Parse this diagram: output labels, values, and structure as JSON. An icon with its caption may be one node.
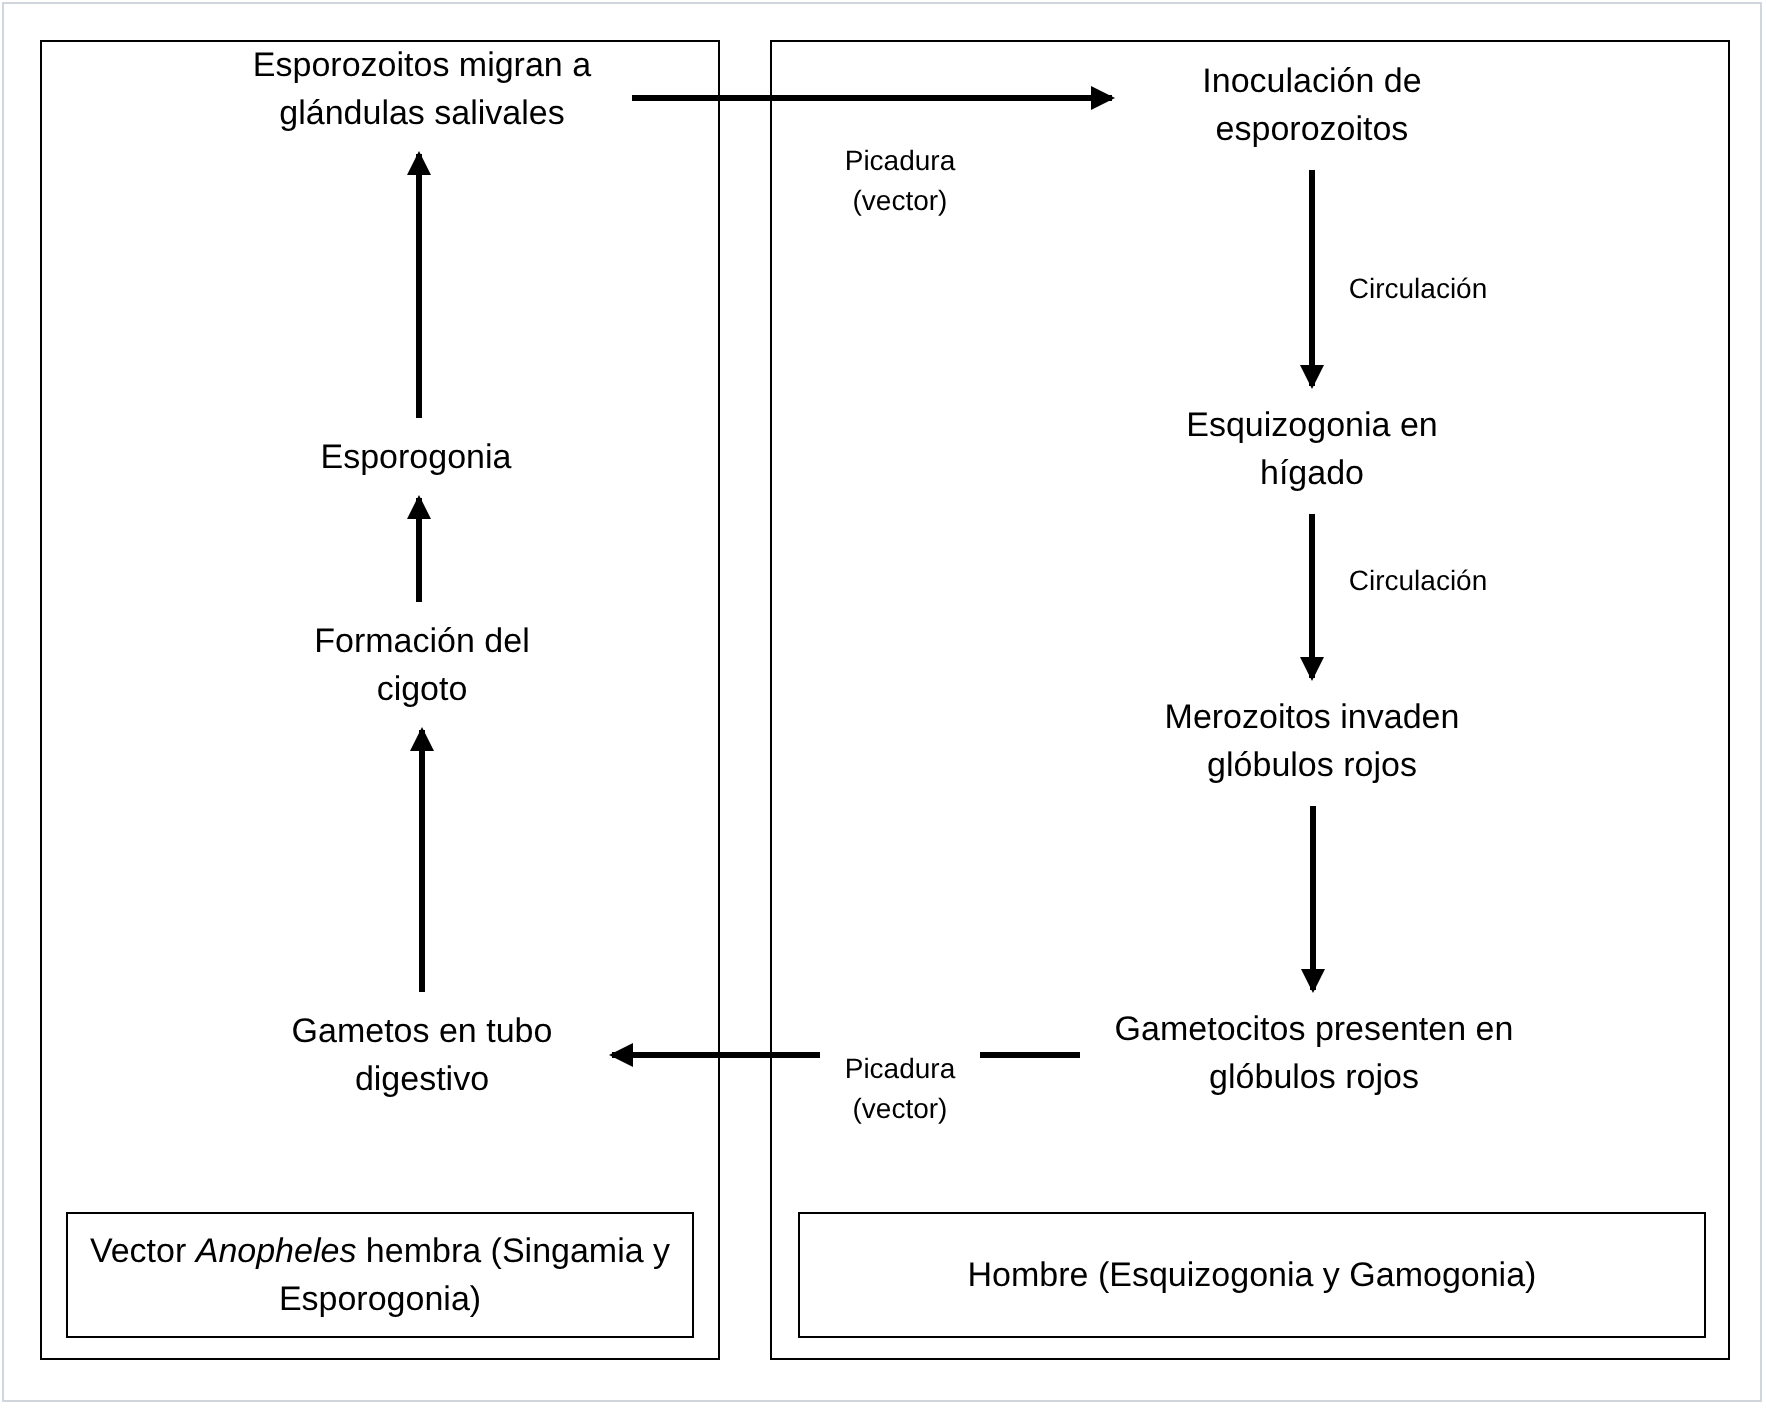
{
  "diagram": {
    "nodes": [
      {
        "text": [],
        "shape": "box"
      },
      {
        "text": [
          "Esporozoitos migran a glándulas salivales"
        ],
        "in": 0
      },
      {
        "text": [
          "Esporogonia"
        ],
        "in": 0
      },
      {
        "text": [
          "Formación del cigoto"
        ],
        "in": 0
      },
      {
        "text": [
          "Gametos en tubo digestivo"
        ],
        "in": 0
      },
      {
        "text": [
          "Vector *Anopheles* hembra (Singamia y Esporogonia)"
        ],
        "in": 0
      },
      {
        "text": [],
        "shape": "box"
      },
      {
        "text": [
          "Inoculación de esporozoitos"
        ],
        "in": 6
      },
      {
        "text": [
          "Esquizogonia en hígado"
        ],
        "in": 6
      },
      {
        "text": [
          "Merozoitos invaden glóbulos rojos"
        ],
        "in": 6
      },
      {
        "text": [
          "Gametocitos presenten en glóbulos rojos"
        ],
        "in": 6
      },
      {
        "text": [
          "Hombre (Esquizogonia y Gamogonia)"
        ],
        "in": 6
      }
    ],
    "edges": [
      {
        "from": 1,
        "to": 7,
        "arrow": "to",
        "label": "Picadura (vector)"
      },
      {
        "from": 7,
        "to": 8,
        "arrow": "to",
        "label": "Circulación"
      },
      {
        "from": 8,
        "to": 9,
        "arrow": "to",
        "label": "Circulación"
      },
      {
        "from": 9,
        "to": 10,
        "arrow": "to"
      },
      {
        "from": 10,
        "to": 4,
        "arrow": "to",
        "label": "Picadura (vector)"
      },
      {
        "from": 4,
        "to": 3,
        "arrow": "to"
      },
      {
        "from": 3,
        "to": 2,
        "arrow": "to"
      },
      {
        "from": 2,
        "to": 1,
        "arrow": "to"
      }
    ]
  }
}
